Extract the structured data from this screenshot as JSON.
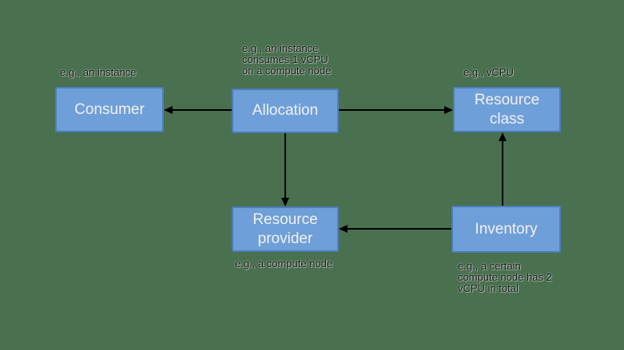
{
  "title": "Placement concepts diagram",
  "colors": {
    "background": "#49704f",
    "node_fill": "#6f9fd8",
    "node_border": "#4d7dbb",
    "node_text": "#f1f1f1",
    "annotation_text": "#141414",
    "arrow": "#000000"
  },
  "nodes": [
    {
      "id": "consumer",
      "label": "Consumer"
    },
    {
      "id": "allocation",
      "label": "Allocation"
    },
    {
      "id": "resource-class",
      "label": "Resource\nclass"
    },
    {
      "id": "resource-provider",
      "label": "Resource\nprovider"
    },
    {
      "id": "inventory",
      "label": "Inventory"
    }
  ],
  "annotations": [
    {
      "id": "consumer-note",
      "text": "e.g., an instance"
    },
    {
      "id": "allocation-note",
      "text": "e.g., an instance\nconsumes 1 vCPU\non a compute node"
    },
    {
      "id": "resource-class-note",
      "text": "e.g., vCPU"
    },
    {
      "id": "resource-provider-note",
      "text": "e.g., a compute node"
    },
    {
      "id": "inventory-note",
      "text": "e.g., a certain\ncompute node has 2\nvCPU in total"
    }
  ],
  "arrows": [
    {
      "id": "allocation-to-consumer",
      "from": "allocation",
      "to": "consumer",
      "direction": "left"
    },
    {
      "id": "allocation-to-resource-class",
      "from": "allocation",
      "to": "resource-class",
      "direction": "right"
    },
    {
      "id": "allocation-to-resource-provider",
      "from": "allocation",
      "to": "resource-provider",
      "direction": "down"
    },
    {
      "id": "inventory-to-resource-provider",
      "from": "inventory",
      "to": "resource-provider",
      "direction": "left"
    },
    {
      "id": "inventory-to-resource-class",
      "from": "inventory",
      "to": "resource-class",
      "direction": "up"
    }
  ]
}
